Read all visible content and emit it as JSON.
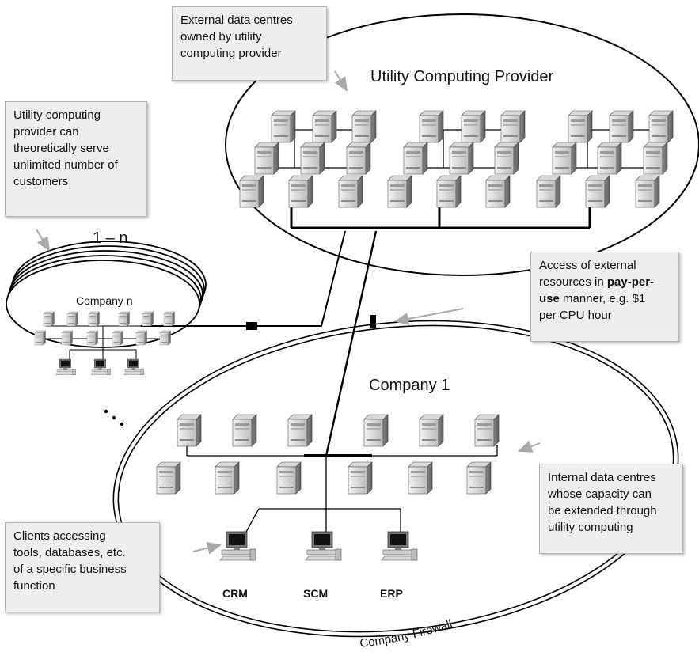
{
  "provider": {
    "title": "Utility Computing Provider"
  },
  "multi_company": {
    "count_label": "1 – n",
    "company_n_label": "Company n",
    "ellipsis": "."
  },
  "company1": {
    "title": "Company 1",
    "firewall_label": "Company Firewall",
    "apps": [
      "CRM",
      "SCM",
      "ERP"
    ]
  },
  "callouts": {
    "external": [
      "External data centres",
      "owned by utility",
      "computing provider"
    ],
    "unlimited": [
      "Utility computing",
      "provider can",
      "theoretically serve",
      "unlimited number of",
      "customers"
    ],
    "access": {
      "line1": "Access of external",
      "line2_pre": "resources in ",
      "line2_bold": "pay-per-",
      "line3_bold": "use",
      "line3_post": " manner, e.g. $1",
      "line4": "per CPU hour"
    },
    "internal": [
      "Internal data centres",
      "whose capacity can",
      "be extended through",
      "utility computing"
    ],
    "clients": [
      "Clients accessing",
      "tools, databases, etc.",
      "of a specific business",
      "function"
    ]
  },
  "colors": {
    "line": "#000000",
    "callout_bg": "#eeeeee",
    "arrow": "#a9a9a9",
    "server_light": "#e6e6e6",
    "server_dark": "#9a9a9a"
  }
}
